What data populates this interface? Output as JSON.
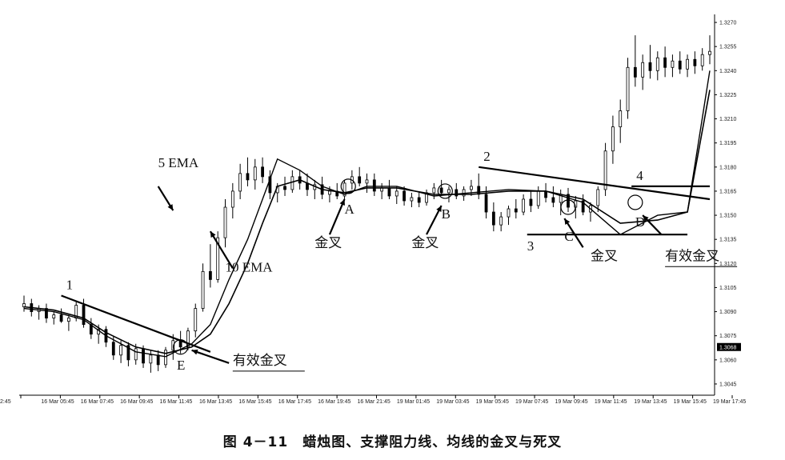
{
  "caption": "图 4－11　蜡烛图、支撑阻力线、均线的金叉与死叉",
  "chart_data": {
    "type": "candlestick",
    "title": "",
    "ylim": [
      1.304,
      1.3275
    ],
    "y_ticks": [
      "1.3270",
      "1.3255",
      "1.3240",
      "1.3225",
      "1.3210",
      "1.3195",
      "1.3180",
      "1.3165",
      "1.3150",
      "1.3135",
      "1.3120",
      "1.3105",
      "1.3090",
      "1.3075",
      "1.3060",
      "1.3045"
    ],
    "last_price_label": "1.3068",
    "x_ticks": [
      "2:45",
      "16 Mar 05:45",
      "16 Mar 07:45",
      "16 Mar 09:45",
      "16 Mar 11:45",
      "16 Mar 13:45",
      "16 Mar 15:45",
      "16 Mar 17:45",
      "16 Mar 19:45",
      "16 Mar 21:45",
      "19 Mar 01:45",
      "19 Mar 03:45",
      "19 Mar 05:45",
      "19 Mar 07:45",
      "19 Mar 09:45",
      "19 Mar 11:45",
      "19 Mar 13:45",
      "19 Mar 15:45",
      "19 Mar 17:45"
    ],
    "series": [
      {
        "name": "5 EMA",
        "x": [
          0,
          8,
          16,
          22,
          30,
          38,
          45,
          50,
          55,
          60,
          64,
          68,
          74,
          80,
          86,
          92,
          100,
          110,
          120,
          130,
          140,
          150,
          160,
          170,
          178,
          184
        ],
        "values": [
          1.3092,
          1.309,
          1.3085,
          1.3075,
          1.3065,
          1.3062,
          1.307,
          1.3082,
          1.311,
          1.3135,
          1.316,
          1.3185,
          1.3178,
          1.3168,
          1.3163,
          1.3168,
          1.3168,
          1.3162,
          1.3164,
          1.3166,
          1.3165,
          1.3158,
          1.3138,
          1.315,
          1.3152,
          1.324
        ]
      },
      {
        "name": "10 EMA",
        "x": [
          0,
          8,
          16,
          22,
          30,
          38,
          45,
          50,
          55,
          60,
          64,
          68,
          74,
          80,
          86,
          92,
          100,
          110,
          120,
          130,
          140,
          150,
          160,
          170,
          178,
          184
        ],
        "values": [
          1.3093,
          1.3091,
          1.3086,
          1.3077,
          1.3068,
          1.3064,
          1.3068,
          1.3076,
          1.3095,
          1.312,
          1.3145,
          1.3168,
          1.3172,
          1.3166,
          1.3164,
          1.3167,
          1.3167,
          1.3163,
          1.3163,
          1.3165,
          1.3165,
          1.316,
          1.3145,
          1.3147,
          1.3152,
          1.3228
        ]
      }
    ],
    "lines": [
      {
        "label": "1",
        "from": [
          10,
          1.31
        ],
        "to": [
          50,
          1.3065
        ]
      },
      {
        "label": "2",
        "from": [
          122,
          1.318
        ],
        "to": [
          184,
          1.316
        ]
      },
      {
        "label": "3",
        "from": [
          135,
          1.3138
        ],
        "to": [
          178,
          1.3138
        ]
      },
      {
        "label": "4",
        "from": [
          163,
          1.3168
        ],
        "to": [
          184,
          1.3168
        ]
      }
    ],
    "annotations": [
      {
        "label": "5 EMA",
        "x": 36,
        "y": 1.318
      },
      {
        "label": "10 EMA",
        "x": 54,
        "y": 1.3115
      },
      {
        "label": "A",
        "x": 86,
        "y": 1.3151
      },
      {
        "label": "B",
        "x": 112,
        "y": 1.3148
      },
      {
        "label": "C",
        "x": 145,
        "y": 1.3134
      },
      {
        "label": "D",
        "x": 164,
        "y": 1.3143
      },
      {
        "label": "E",
        "x": 41,
        "y": 1.3054
      },
      {
        "label": "金叉",
        "x": 78,
        "y": 1.313
      },
      {
        "label": "金叉",
        "x": 104,
        "y": 1.313
      },
      {
        "label": "金叉",
        "x": 152,
        "y": 1.3122
      },
      {
        "label": "有效金叉",
        "x": 56,
        "y": 1.3057
      },
      {
        "label": "有效金叉",
        "x": 172,
        "y": 1.3122
      }
    ],
    "candles": [
      {
        "x": 0,
        "o": 1.3093,
        "h": 1.31,
        "l": 1.309,
        "c": 1.3095
      },
      {
        "x": 2,
        "o": 1.3095,
        "h": 1.3098,
        "l": 1.3087,
        "c": 1.309
      },
      {
        "x": 4,
        "o": 1.309,
        "h": 1.3094,
        "l": 1.3085,
        "c": 1.3092
      },
      {
        "x": 6,
        "o": 1.3092,
        "h": 1.3095,
        "l": 1.3083,
        "c": 1.3086
      },
      {
        "x": 8,
        "o": 1.3086,
        "h": 1.309,
        "l": 1.3082,
        "c": 1.3088
      },
      {
        "x": 10,
        "o": 1.3088,
        "h": 1.3092,
        "l": 1.3083,
        "c": 1.3084
      },
      {
        "x": 12,
        "o": 1.3084,
        "h": 1.3088,
        "l": 1.3078,
        "c": 1.3086
      },
      {
        "x": 14,
        "o": 1.3086,
        "h": 1.3097,
        "l": 1.3084,
        "c": 1.3094
      },
      {
        "x": 16,
        "o": 1.3094,
        "h": 1.3098,
        "l": 1.308,
        "c": 1.3082
      },
      {
        "x": 18,
        "o": 1.3082,
        "h": 1.3086,
        "l": 1.3073,
        "c": 1.3076
      },
      {
        "x": 20,
        "o": 1.3076,
        "h": 1.3082,
        "l": 1.307,
        "c": 1.3079
      },
      {
        "x": 22,
        "o": 1.3079,
        "h": 1.3081,
        "l": 1.3068,
        "c": 1.3071
      },
      {
        "x": 24,
        "o": 1.3071,
        "h": 1.3075,
        "l": 1.306,
        "c": 1.3063
      },
      {
        "x": 26,
        "o": 1.3063,
        "h": 1.3072,
        "l": 1.3058,
        "c": 1.3069
      },
      {
        "x": 28,
        "o": 1.3069,
        "h": 1.3071,
        "l": 1.3056,
        "c": 1.306
      },
      {
        "x": 30,
        "o": 1.306,
        "h": 1.307,
        "l": 1.3057,
        "c": 1.3067
      },
      {
        "x": 32,
        "o": 1.3067,
        "h": 1.3069,
        "l": 1.3055,
        "c": 1.3058
      },
      {
        "x": 34,
        "o": 1.3058,
        "h": 1.3066,
        "l": 1.3052,
        "c": 1.3063
      },
      {
        "x": 36,
        "o": 1.3063,
        "h": 1.3066,
        "l": 1.3053,
        "c": 1.3057
      },
      {
        "x": 38,
        "o": 1.3057,
        "h": 1.3068,
        "l": 1.3055,
        "c": 1.3066
      },
      {
        "x": 40,
        "o": 1.3066,
        "h": 1.3076,
        "l": 1.306,
        "c": 1.3072
      },
      {
        "x": 42,
        "o": 1.3072,
        "h": 1.3078,
        "l": 1.3064,
        "c": 1.3068
      },
      {
        "x": 44,
        "o": 1.3068,
        "h": 1.308,
        "l": 1.3066,
        "c": 1.3078
      },
      {
        "x": 46,
        "o": 1.3078,
        "h": 1.3095,
        "l": 1.3074,
        "c": 1.3092
      },
      {
        "x": 48,
        "o": 1.3092,
        "h": 1.312,
        "l": 1.309,
        "c": 1.3115
      },
      {
        "x": 50,
        "o": 1.3115,
        "h": 1.3132,
        "l": 1.3105,
        "c": 1.311
      },
      {
        "x": 52,
        "o": 1.311,
        "h": 1.314,
        "l": 1.3108,
        "c": 1.3136
      },
      {
        "x": 54,
        "o": 1.3136,
        "h": 1.316,
        "l": 1.313,
        "c": 1.3155
      },
      {
        "x": 56,
        "o": 1.3155,
        "h": 1.317,
        "l": 1.3148,
        "c": 1.3165
      },
      {
        "x": 58,
        "o": 1.3165,
        "h": 1.3182,
        "l": 1.316,
        "c": 1.3176
      },
      {
        "x": 60,
        "o": 1.3176,
        "h": 1.3186,
        "l": 1.3168,
        "c": 1.3172
      },
      {
        "x": 62,
        "o": 1.3172,
        "h": 1.3185,
        "l": 1.3166,
        "c": 1.318
      },
      {
        "x": 64,
        "o": 1.318,
        "h": 1.3186,
        "l": 1.317,
        "c": 1.3174
      },
      {
        "x": 66,
        "o": 1.3174,
        "h": 1.3178,
        "l": 1.316,
        "c": 1.3164
      },
      {
        "x": 68,
        "o": 1.3164,
        "h": 1.317,
        "l": 1.3158,
        "c": 1.3168
      },
      {
        "x": 70,
        "o": 1.3168,
        "h": 1.3174,
        "l": 1.3162,
        "c": 1.3166
      },
      {
        "x": 72,
        "o": 1.3166,
        "h": 1.3178,
        "l": 1.3164,
        "c": 1.3174
      },
      {
        "x": 74,
        "o": 1.3174,
        "h": 1.3178,
        "l": 1.3166,
        "c": 1.317
      },
      {
        "x": 76,
        "o": 1.317,
        "h": 1.3176,
        "l": 1.3162,
        "c": 1.3166
      },
      {
        "x": 78,
        "o": 1.3166,
        "h": 1.3172,
        "l": 1.316,
        "c": 1.3169
      },
      {
        "x": 80,
        "o": 1.3169,
        "h": 1.3174,
        "l": 1.316,
        "c": 1.3163
      },
      {
        "x": 82,
        "o": 1.3163,
        "h": 1.3168,
        "l": 1.3158,
        "c": 1.3165
      },
      {
        "x": 84,
        "o": 1.3165,
        "h": 1.317,
        "l": 1.316,
        "c": 1.3162
      },
      {
        "x": 86,
        "o": 1.3162,
        "h": 1.3172,
        "l": 1.316,
        "c": 1.317
      },
      {
        "x": 88,
        "o": 1.317,
        "h": 1.3178,
        "l": 1.3166,
        "c": 1.3174
      },
      {
        "x": 90,
        "o": 1.3174,
        "h": 1.318,
        "l": 1.3168,
        "c": 1.317
      },
      {
        "x": 92,
        "o": 1.317,
        "h": 1.3176,
        "l": 1.3164,
        "c": 1.3172
      },
      {
        "x": 94,
        "o": 1.3172,
        "h": 1.3176,
        "l": 1.3162,
        "c": 1.3165
      },
      {
        "x": 96,
        "o": 1.3165,
        "h": 1.317,
        "l": 1.316,
        "c": 1.3167
      },
      {
        "x": 98,
        "o": 1.3167,
        "h": 1.3172,
        "l": 1.316,
        "c": 1.3162
      },
      {
        "x": 100,
        "o": 1.3162,
        "h": 1.3168,
        "l": 1.3157,
        "c": 1.3165
      },
      {
        "x": 102,
        "o": 1.3165,
        "h": 1.3168,
        "l": 1.3156,
        "c": 1.3159
      },
      {
        "x": 104,
        "o": 1.3159,
        "h": 1.3164,
        "l": 1.3155,
        "c": 1.3161
      },
      {
        "x": 106,
        "o": 1.3161,
        "h": 1.3165,
        "l": 1.3155,
        "c": 1.3158
      },
      {
        "x": 108,
        "o": 1.3158,
        "h": 1.3166,
        "l": 1.3156,
        "c": 1.3164
      },
      {
        "x": 110,
        "o": 1.3164,
        "h": 1.317,
        "l": 1.316,
        "c": 1.3167
      },
      {
        "x": 112,
        "o": 1.3167,
        "h": 1.3172,
        "l": 1.3162,
        "c": 1.3164
      },
      {
        "x": 114,
        "o": 1.3164,
        "h": 1.3168,
        "l": 1.3158,
        "c": 1.3166
      },
      {
        "x": 116,
        "o": 1.3166,
        "h": 1.317,
        "l": 1.316,
        "c": 1.3162
      },
      {
        "x": 118,
        "o": 1.3162,
        "h": 1.3168,
        "l": 1.3159,
        "c": 1.3166
      },
      {
        "x": 120,
        "o": 1.3166,
        "h": 1.3172,
        "l": 1.3162,
        "c": 1.3168
      },
      {
        "x": 122,
        "o": 1.3168,
        "h": 1.3176,
        "l": 1.316,
        "c": 1.3163
      },
      {
        "x": 124,
        "o": 1.3163,
        "h": 1.3168,
        "l": 1.3148,
        "c": 1.3152
      },
      {
        "x": 126,
        "o": 1.3152,
        "h": 1.3158,
        "l": 1.314,
        "c": 1.3144
      },
      {
        "x": 128,
        "o": 1.3144,
        "h": 1.3152,
        "l": 1.314,
        "c": 1.3149
      },
      {
        "x": 130,
        "o": 1.3149,
        "h": 1.3156,
        "l": 1.3144,
        "c": 1.3154
      },
      {
        "x": 132,
        "o": 1.3154,
        "h": 1.316,
        "l": 1.3148,
        "c": 1.3152
      },
      {
        "x": 134,
        "o": 1.3152,
        "h": 1.3163,
        "l": 1.315,
        "c": 1.316
      },
      {
        "x": 136,
        "o": 1.316,
        "h": 1.3165,
        "l": 1.3152,
        "c": 1.3156
      },
      {
        "x": 138,
        "o": 1.3156,
        "h": 1.3168,
        "l": 1.3154,
        "c": 1.3165
      },
      {
        "x": 140,
        "o": 1.3165,
        "h": 1.317,
        "l": 1.3158,
        "c": 1.3161
      },
      {
        "x": 142,
        "o": 1.3161,
        "h": 1.3168,
        "l": 1.3155,
        "c": 1.3158
      },
      {
        "x": 144,
        "o": 1.3158,
        "h": 1.3166,
        "l": 1.315,
        "c": 1.3163
      },
      {
        "x": 146,
        "o": 1.3163,
        "h": 1.3167,
        "l": 1.3152,
        "c": 1.3155
      },
      {
        "x": 148,
        "o": 1.3155,
        "h": 1.3162,
        "l": 1.3148,
        "c": 1.3159
      },
      {
        "x": 150,
        "o": 1.3159,
        "h": 1.3163,
        "l": 1.315,
        "c": 1.3152
      },
      {
        "x": 152,
        "o": 1.3152,
        "h": 1.3158,
        "l": 1.3146,
        "c": 1.3156
      },
      {
        "x": 154,
        "o": 1.3156,
        "h": 1.3168,
        "l": 1.3152,
        "c": 1.3166
      },
      {
        "x": 156,
        "o": 1.3166,
        "h": 1.3195,
        "l": 1.3162,
        "c": 1.319
      },
      {
        "x": 158,
        "o": 1.319,
        "h": 1.3212,
        "l": 1.3182,
        "c": 1.3205
      },
      {
        "x": 160,
        "o": 1.3205,
        "h": 1.3222,
        "l": 1.3195,
        "c": 1.3215
      },
      {
        "x": 162,
        "o": 1.3215,
        "h": 1.3248,
        "l": 1.321,
        "c": 1.3242
      },
      {
        "x": 164,
        "o": 1.3242,
        "h": 1.3262,
        "l": 1.323,
        "c": 1.3236
      },
      {
        "x": 166,
        "o": 1.3236,
        "h": 1.325,
        "l": 1.3228,
        "c": 1.3245
      },
      {
        "x": 168,
        "o": 1.3245,
        "h": 1.3256,
        "l": 1.3235,
        "c": 1.324
      },
      {
        "x": 170,
        "o": 1.324,
        "h": 1.3252,
        "l": 1.3234,
        "c": 1.3248
      },
      {
        "x": 172,
        "o": 1.3248,
        "h": 1.3255,
        "l": 1.3236,
        "c": 1.3242
      },
      {
        "x": 174,
        "o": 1.3242,
        "h": 1.325,
        "l": 1.3236,
        "c": 1.3246
      },
      {
        "x": 176,
        "o": 1.3246,
        "h": 1.3252,
        "l": 1.3238,
        "c": 1.3241
      },
      {
        "x": 178,
        "o": 1.3241,
        "h": 1.325,
        "l": 1.3236,
        "c": 1.3247
      },
      {
        "x": 180,
        "o": 1.3247,
        "h": 1.3252,
        "l": 1.3238,
        "c": 1.3243
      },
      {
        "x": 182,
        "o": 1.3243,
        "h": 1.3254,
        "l": 1.324,
        "c": 1.325
      },
      {
        "x": 184,
        "o": 1.325,
        "h": 1.3262,
        "l": 1.3244,
        "c": 1.3252
      }
    ]
  }
}
